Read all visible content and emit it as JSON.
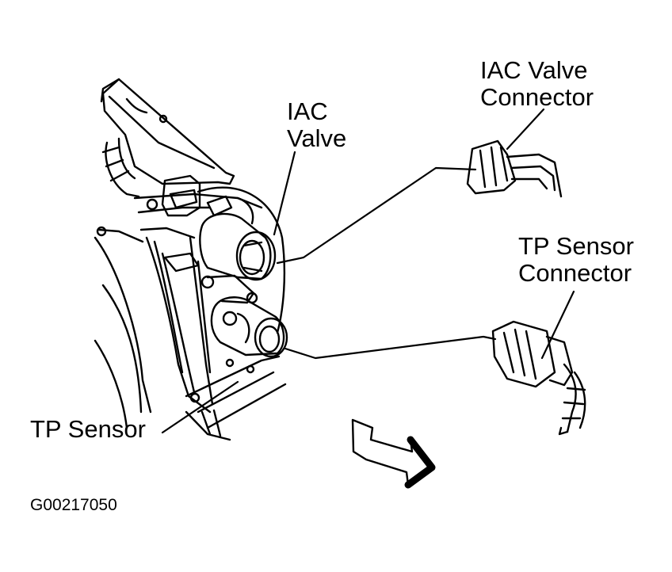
{
  "labels": {
    "iac_valve": [
      "IAC",
      "Valve"
    ],
    "iac_valve_connector": [
      "IAC Valve",
      "Connector"
    ],
    "tp_sensor_connector": [
      "TP Sensor",
      "Connector"
    ],
    "tp_sensor": "TP Sensor"
  },
  "figure_id": "G00217050",
  "colors": {
    "ink": "#000000",
    "paper": "#ffffff"
  }
}
